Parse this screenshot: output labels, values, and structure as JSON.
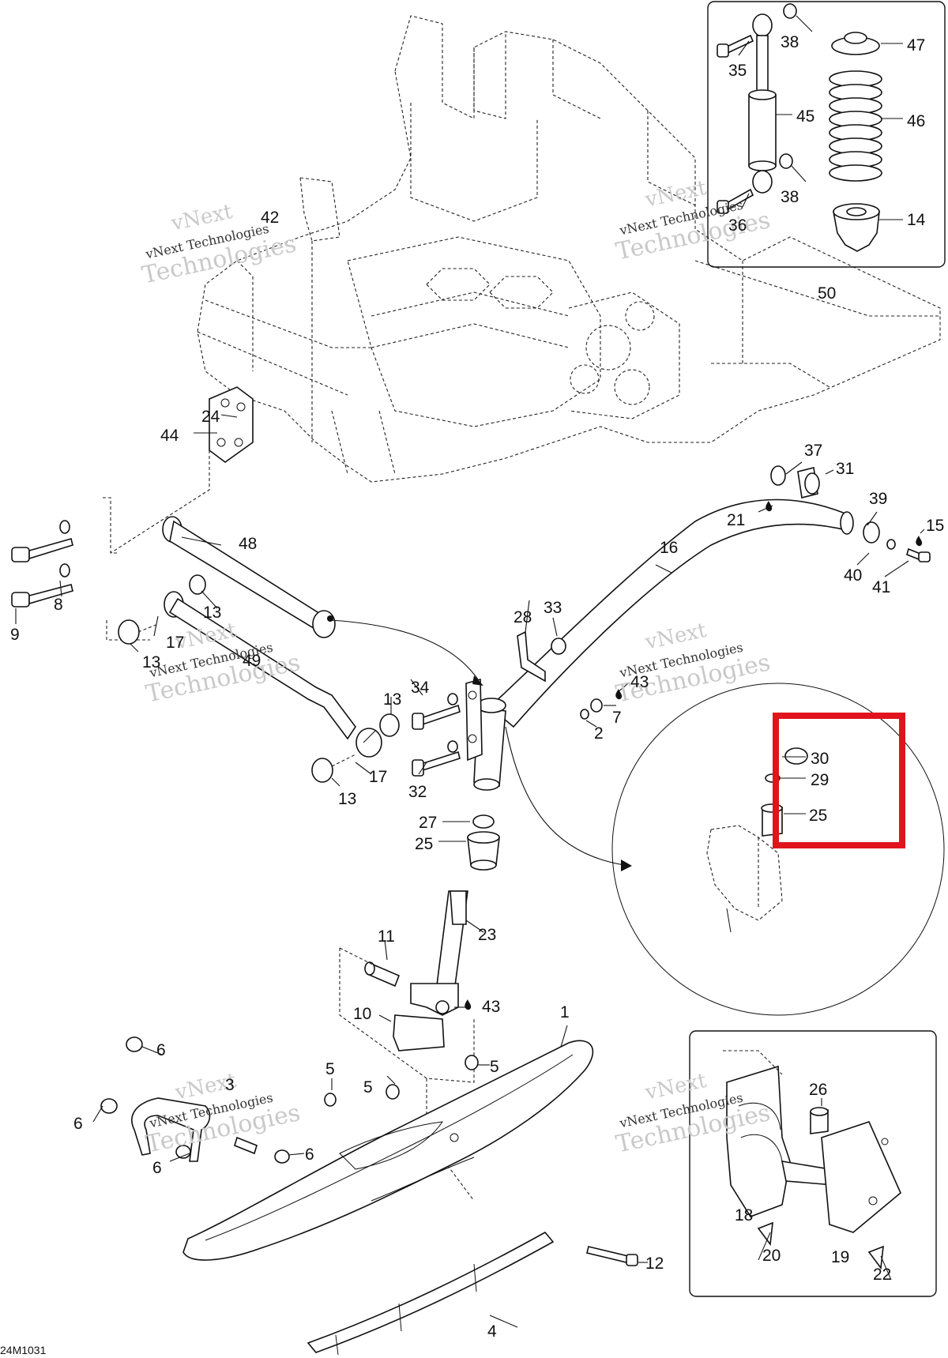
{
  "drawing_code": "24M1031",
  "watermark": {
    "line1": "vNext",
    "line2": "vNext Technologies",
    "line3": "Technologies"
  },
  "callouts": {
    "c1": "1",
    "c2": "2",
    "c3": "3",
    "c4": "4",
    "c5": "5",
    "c6": "6",
    "c7": "7",
    "c8": "8",
    "c9": "9",
    "c10": "10",
    "c11": "11",
    "c12": "12",
    "c13": "13",
    "c14": "14",
    "c15": "15",
    "c16": "16",
    "c17": "17",
    "c18": "18",
    "c19": "19",
    "c20": "20",
    "c21": "21",
    "c22": "22",
    "c23": "23",
    "c24": "24",
    "c25": "25",
    "c26": "26",
    "c27": "27",
    "c28": "28",
    "c29": "29",
    "c30": "30",
    "c31": "31",
    "c32": "32",
    "c33": "33",
    "c34": "34",
    "c35": "35",
    "c36": "36",
    "c37": "37",
    "c38": "38",
    "c39": "39",
    "c40": "40",
    "c41": "41",
    "c42": "42",
    "c43": "43",
    "c44": "44",
    "c45": "45",
    "c46": "46",
    "c47": "47",
    "c48": "48",
    "c49": "49",
    "c50": "50"
  },
  "highlight_color": "#e0141e"
}
